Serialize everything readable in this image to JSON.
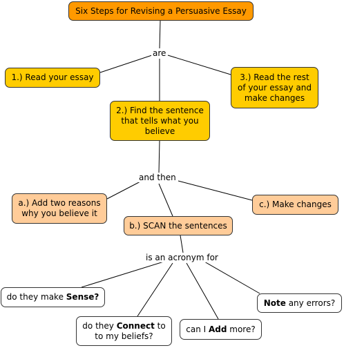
{
  "title": "Six Steps for Revising a Persuasive Essay",
  "links": {
    "are": "are",
    "and_then": "and then",
    "acronym": "is an acronym for"
  },
  "steps": {
    "step1": "1.) Read your essay",
    "step2": "2.) Find the sentence\nthat tells what you\nbelieve",
    "step3": "3.) Read the rest\nof your essay and\nmake changes"
  },
  "substeps": {
    "a": "a.) Add two reasons\nwhy you believe it",
    "b": "b.) SCAN the sentences",
    "c": "c.) Make changes"
  },
  "scan": {
    "sense": {
      "pre": "do they make ",
      "bold": "Sense?",
      "post": ""
    },
    "connect": {
      "pre": "do they ",
      "bold": "Connect",
      "post": " to\nto my beliefs?"
    },
    "add": {
      "pre": "can I ",
      "bold": "Add",
      "post": " more?"
    },
    "note": {
      "pre": "",
      "bold": "Note",
      "post": " any errors?"
    }
  },
  "colors": {
    "title_fill": "#ff9900",
    "step_fill": "#ffcc00",
    "substep_fill": "#ffcc99",
    "leaf_fill": "#ffffff",
    "line": "#000000"
  }
}
